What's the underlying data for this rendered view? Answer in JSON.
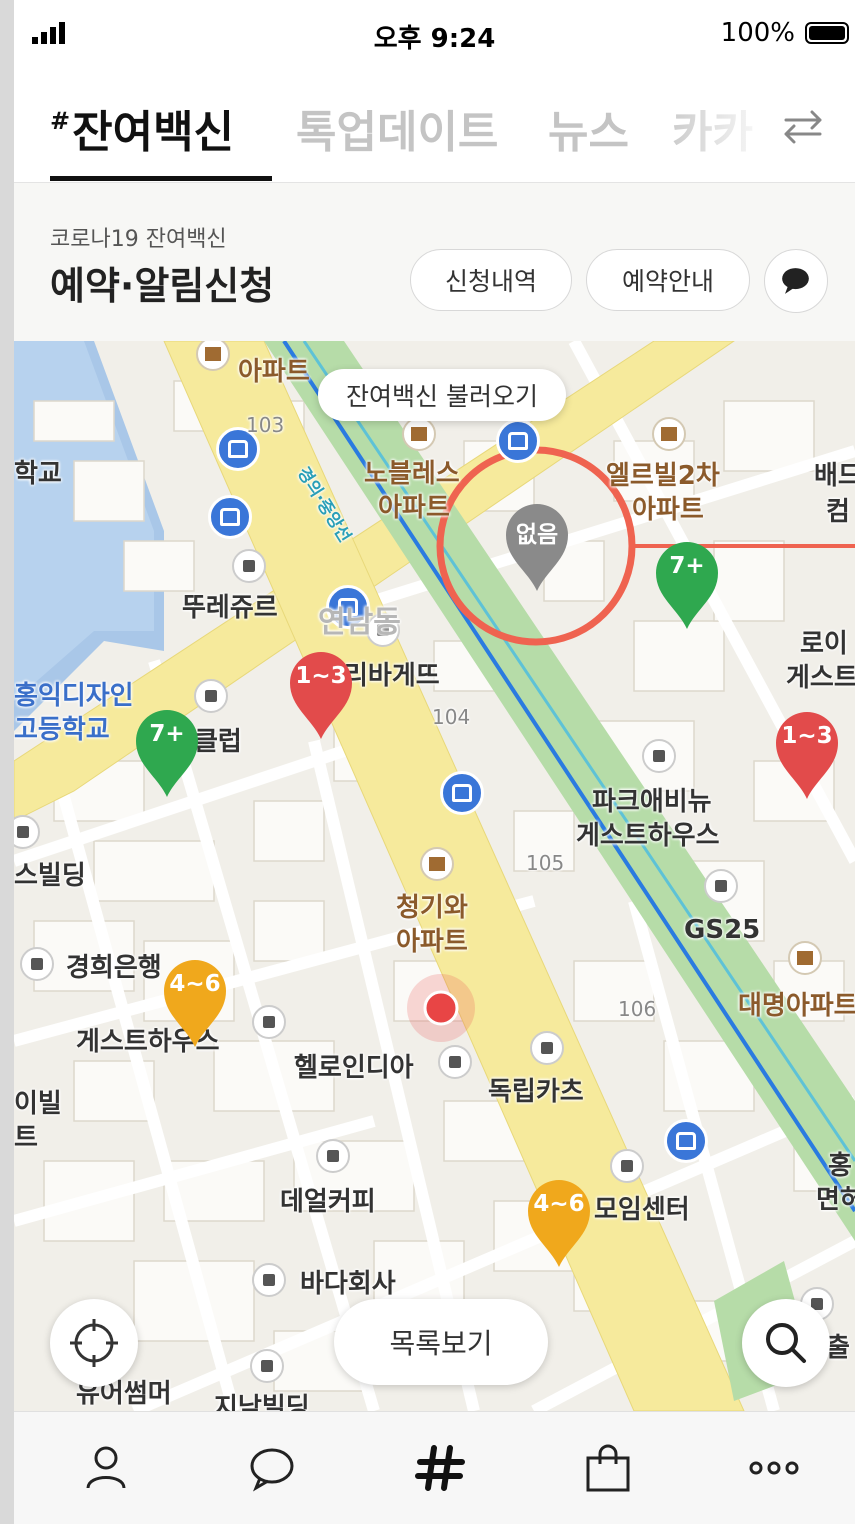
{
  "status_bar": {
    "time": "오후 9:24",
    "battery": "100%"
  },
  "tabs": [
    {
      "label": "잔여백신",
      "prefix": "#",
      "active": true
    },
    {
      "label": "톡업데이트"
    },
    {
      "label": "뉴스"
    },
    {
      "label": "카카"
    }
  ],
  "header": {
    "subtitle": "코로나19 잔여백신",
    "title": "예약·알림신청",
    "buttons": {
      "history": "신청내역",
      "guide": "예약안내"
    }
  },
  "map": {
    "load_button": "잔여백신 불러오기",
    "list_button": "목록보기",
    "pins": [
      {
        "label": "없음",
        "color": "#8a8a8a",
        "highlighted": true
      },
      {
        "label": "7+",
        "color": "#2fa84f"
      },
      {
        "label": "1~3",
        "color": "#e24b4b"
      },
      {
        "label": "7+",
        "color": "#2fa84f"
      },
      {
        "label": "1~3",
        "color": "#e24b4b"
      },
      {
        "label": "4~6",
        "color": "#f0a81c"
      },
      {
        "label": "4~6",
        "color": "#f0a81c"
      }
    ],
    "labels": {
      "apt_top": "아파트",
      "noble_1": "노블레스",
      "noble_2": "아파트",
      "elle_1": "엘르빌2차",
      "elle_2": "아파트",
      "baedal": "배드",
      "keom": "컴",
      "ttureju": "뚜레쥬르",
      "parisb": "리바게뜨",
      "roi": "로이",
      "guest_r": "게스트",
      "hongik_1": "홍익디자인",
      "hongik_2": "고등학교",
      "club": "클럽",
      "park_1": "파크애비뉴",
      "park_2": "게스트하우스",
      "bldg": "스빌딩",
      "cheonggi_1": "청기와",
      "cheonggi_2": "아파트",
      "gs25": "GS25",
      "kyunghee": "경희은행",
      "guest_l": "게스트하우스",
      "daemyung": "대명아파트",
      "hello": "헬로인디아",
      "dokrip": "독립카츠",
      "ibil_1": "이빌",
      "ibil_2": "트",
      "deol": "데얼커피",
      "moim": "모임센터",
      "hong_r1": "홍",
      "hong_r2": "면허",
      "bada": "바다회사",
      "yueo": "유어썸머",
      "jinam": "지남빌딩",
      "school": "학교",
      "chul": "출",
      "n103": "103",
      "n104": "104",
      "n105": "105",
      "n106": "106",
      "line": "경의·중앙선",
      "district": "연남동"
    }
  },
  "bottom_nav": [
    "profile-icon",
    "chat-icon",
    "hashtag-icon",
    "shopping-bag-icon",
    "more-icon"
  ]
}
